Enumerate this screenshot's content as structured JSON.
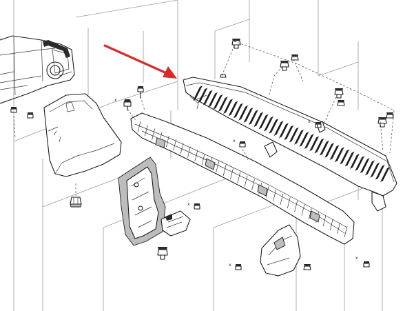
{
  "diagram": {
    "markers": [
      "x",
      "x",
      "x",
      "x",
      "x",
      "x"
    ],
    "colors": {
      "line": "#1a1a1a",
      "panel_lines": "#9a9a9a",
      "pointer_arrow": "#d62b2b",
      "part_fill": "#ffffff",
      "shade": "#bdbdbd"
    },
    "icons": [
      "pointer-arrow",
      "screw-clip",
      "push-clip",
      "rubber-stop"
    ]
  }
}
